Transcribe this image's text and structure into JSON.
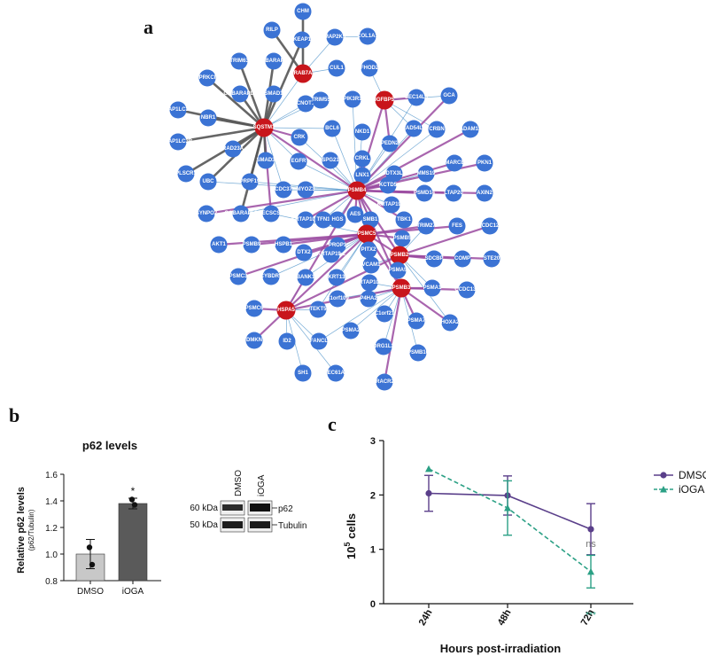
{
  "panels": {
    "a": "a",
    "b": "b",
    "c": "c"
  },
  "network": {
    "hub_color": "#c8151b",
    "node_color": "#3b73d4",
    "edge_color_thin": "#4a90c8",
    "edge_color_purple": "#9a4aa0",
    "edge_color_gray": "#555555",
    "nodes": [
      {
        "id": "CHM",
        "hub": false
      },
      {
        "id": "RILP",
        "hub": false
      },
      {
        "id": "KEAP1",
        "hub": false
      },
      {
        "id": "MAP2K5",
        "hub": false
      },
      {
        "id": "COL1A1",
        "hub": false
      },
      {
        "id": "TRIM63",
        "hub": false
      },
      {
        "id": "GABARAPL1",
        "hub": false
      },
      {
        "id": "RAB7A",
        "hub": true
      },
      {
        "id": "CUL1",
        "hub": false
      },
      {
        "id": "FHOD2",
        "hub": false
      },
      {
        "id": "PRKCI",
        "hub": false
      },
      {
        "id": "GABARAPL2",
        "hub": false
      },
      {
        "id": "SMAD1",
        "hub": false
      },
      {
        "id": "IGFBP5",
        "hub": true
      },
      {
        "id": "SEC14L5",
        "hub": false
      },
      {
        "id": "GCA",
        "hub": false
      },
      {
        "id": "MAP1LC3A",
        "hub": false
      },
      {
        "id": "NBR1",
        "hub": false
      },
      {
        "id": "SQSTM1",
        "hub": true
      },
      {
        "id": "CNOT1",
        "hub": false
      },
      {
        "id": "TRIM55",
        "hub": false
      },
      {
        "id": "PIK3R1",
        "hub": false
      },
      {
        "id": "BCL6",
        "hub": false
      },
      {
        "id": "NKD1",
        "hub": false
      },
      {
        "id": "RAD54L2",
        "hub": false
      },
      {
        "id": "CRBN",
        "hub": false
      },
      {
        "id": "ADAM12",
        "hub": false
      },
      {
        "id": "MAP1LC3B",
        "hub": false
      },
      {
        "id": "RAD23A",
        "hub": false
      },
      {
        "id": "CRK",
        "hub": false
      },
      {
        "id": "PEDN2",
        "hub": false
      },
      {
        "id": "PLSCR1",
        "hub": false
      },
      {
        "id": "SMAD3",
        "hub": false
      },
      {
        "id": "EGFR",
        "hub": false
      },
      {
        "id": "SPG21",
        "hub": false
      },
      {
        "id": "CRKL",
        "hub": false
      },
      {
        "id": "SMARCE1",
        "hub": false
      },
      {
        "id": "PKN1",
        "hub": false
      },
      {
        "id": "UBC",
        "hub": false
      },
      {
        "id": "PRPF19",
        "hub": false
      },
      {
        "id": "LNX1",
        "hub": false
      },
      {
        "id": "DTX3L",
        "hub": false
      },
      {
        "id": "MMS19",
        "hub": false
      },
      {
        "id": "CDC37",
        "hub": false
      },
      {
        "id": "MYOZ3",
        "hub": false
      },
      {
        "id": "KCTD5",
        "hub": false
      },
      {
        "id": "PSMB4",
        "hub": true
      },
      {
        "id": "PSMD14",
        "hub": false
      },
      {
        "id": "LTAP20",
        "hub": false
      },
      {
        "id": "AXIN2",
        "hub": false
      },
      {
        "id": "SYNPO2",
        "hub": false
      },
      {
        "id": "GABARAPL3",
        "hub": false
      },
      {
        "id": "ECSCS",
        "hub": false
      },
      {
        "id": "KRTAP10-3",
        "hub": false
      },
      {
        "id": "TFN1",
        "hub": false
      },
      {
        "id": "HGS",
        "hub": false
      },
      {
        "id": "AES",
        "hub": false
      },
      {
        "id": "KRTAP19-5",
        "hub": false
      },
      {
        "id": "SMB1",
        "hub": false
      },
      {
        "id": "TBK1",
        "hub": false
      },
      {
        "id": "TRIM27",
        "hub": false
      },
      {
        "id": "FES",
        "hub": false
      },
      {
        "id": "CCDC120",
        "hub": false
      },
      {
        "id": "AKT1",
        "hub": false
      },
      {
        "id": "PSMB9",
        "hub": false
      },
      {
        "id": "HSPB1",
        "hub": false
      },
      {
        "id": "PROP1",
        "hub": false
      },
      {
        "id": "PSMC5",
        "hub": true
      },
      {
        "id": "PSMB5",
        "hub": false
      },
      {
        "id": "DTX2",
        "hub": false
      },
      {
        "id": "KRTAP19-2",
        "hub": false
      },
      {
        "id": "PITX2",
        "hub": false
      },
      {
        "id": "PSMB2",
        "hub": true
      },
      {
        "id": "SDCBP",
        "hub": false
      },
      {
        "id": "COMP",
        "hub": false
      },
      {
        "id": "STE20",
        "hub": false
      },
      {
        "id": "PSMC3",
        "hub": false
      },
      {
        "id": "CYBDR1",
        "hub": false
      },
      {
        "id": "BANK1",
        "hub": false
      },
      {
        "id": "KRT13",
        "hub": false
      },
      {
        "id": "VCAM1",
        "hub": false
      },
      {
        "id": "PSMA5",
        "hub": false
      },
      {
        "id": "KRTAP10-7",
        "hub": false
      },
      {
        "id": "PSMB3",
        "hub": true
      },
      {
        "id": "PSMA1",
        "hub": false
      },
      {
        "id": "CCDC136",
        "hub": false
      },
      {
        "id": "PSMC6",
        "hub": false
      },
      {
        "id": "HSPA5",
        "hub": true
      },
      {
        "id": "TEKT5",
        "hub": false
      },
      {
        "id": "C1orf109",
        "hub": false
      },
      {
        "id": "P4HA2",
        "hub": false
      },
      {
        "id": "C1orf21",
        "hub": false
      },
      {
        "id": "PSMA7",
        "hub": false
      },
      {
        "id": "HOXA2",
        "hub": false
      },
      {
        "id": "DMKN",
        "hub": false
      },
      {
        "id": "ID2",
        "hub": false
      },
      {
        "id": "FANCL",
        "hub": false
      },
      {
        "id": "PSMA2",
        "hub": false
      },
      {
        "id": "DRG1L3",
        "hub": false
      },
      {
        "id": "PSMB10",
        "hub": false
      },
      {
        "id": "SH1",
        "hub": false
      },
      {
        "id": "SEC61A1",
        "hub": false
      },
      {
        "id": "KRACR28",
        "hub": false
      }
    ]
  },
  "westernBlot": {
    "lanes": [
      "DMSO",
      "iOGA"
    ],
    "markers": [
      "60 kDa",
      "50 kDa"
    ],
    "bands": [
      "p62",
      "Tubulin"
    ]
  },
  "chart_data": [
    {
      "type": "bar",
      "title": "p62 levels",
      "ylabel": "Relative p62 levels",
      "ylabel_sub": "(p62/Tubulin)",
      "categories": [
        "DMSO",
        "iOGA"
      ],
      "values": [
        1.0,
        1.38
      ],
      "errors": [
        0.11,
        0.04
      ],
      "points": [
        [
          1.05,
          0.92
        ],
        [
          1.41,
          1.37
        ]
      ],
      "significance": [
        "",
        "*"
      ],
      "ylim": [
        0.8,
        1.6
      ],
      "yticks": [
        "0.8",
        "1.0",
        "1.2",
        "1.4",
        "1.6"
      ],
      "colors": [
        "#c8c8c8",
        "#5a5a5a"
      ]
    },
    {
      "type": "line",
      "xlabel": "Hours post-irradiation",
      "ylabel_base": "10",
      "ylabel_exp": "5",
      "ylabel_rest": " cells",
      "x": [
        "24h",
        "48h",
        "72h"
      ],
      "ylim": [
        0,
        3
      ],
      "yticks": [
        "0",
        "1",
        "2",
        "3"
      ],
      "series": [
        {
          "name": "DMSO",
          "values": [
            2.03,
            1.99,
            1.37
          ],
          "errors": [
            0.33,
            0.36,
            0.47
          ],
          "color": "#5a3f8a",
          "dashed": false,
          "marker": "circle"
        },
        {
          "name": "iOGA",
          "values": [
            2.48,
            1.76,
            0.59
          ],
          "errors": [
            0.0,
            0.5,
            0.3
          ],
          "color": "#2ba085",
          "dashed": true,
          "marker": "triangle"
        }
      ],
      "annotations": [
        {
          "x": "72h",
          "text": "ns",
          "color": "#777777"
        },
        {
          "x": "72h",
          "text": "***",
          "color": "#2ba085"
        }
      ]
    }
  ]
}
